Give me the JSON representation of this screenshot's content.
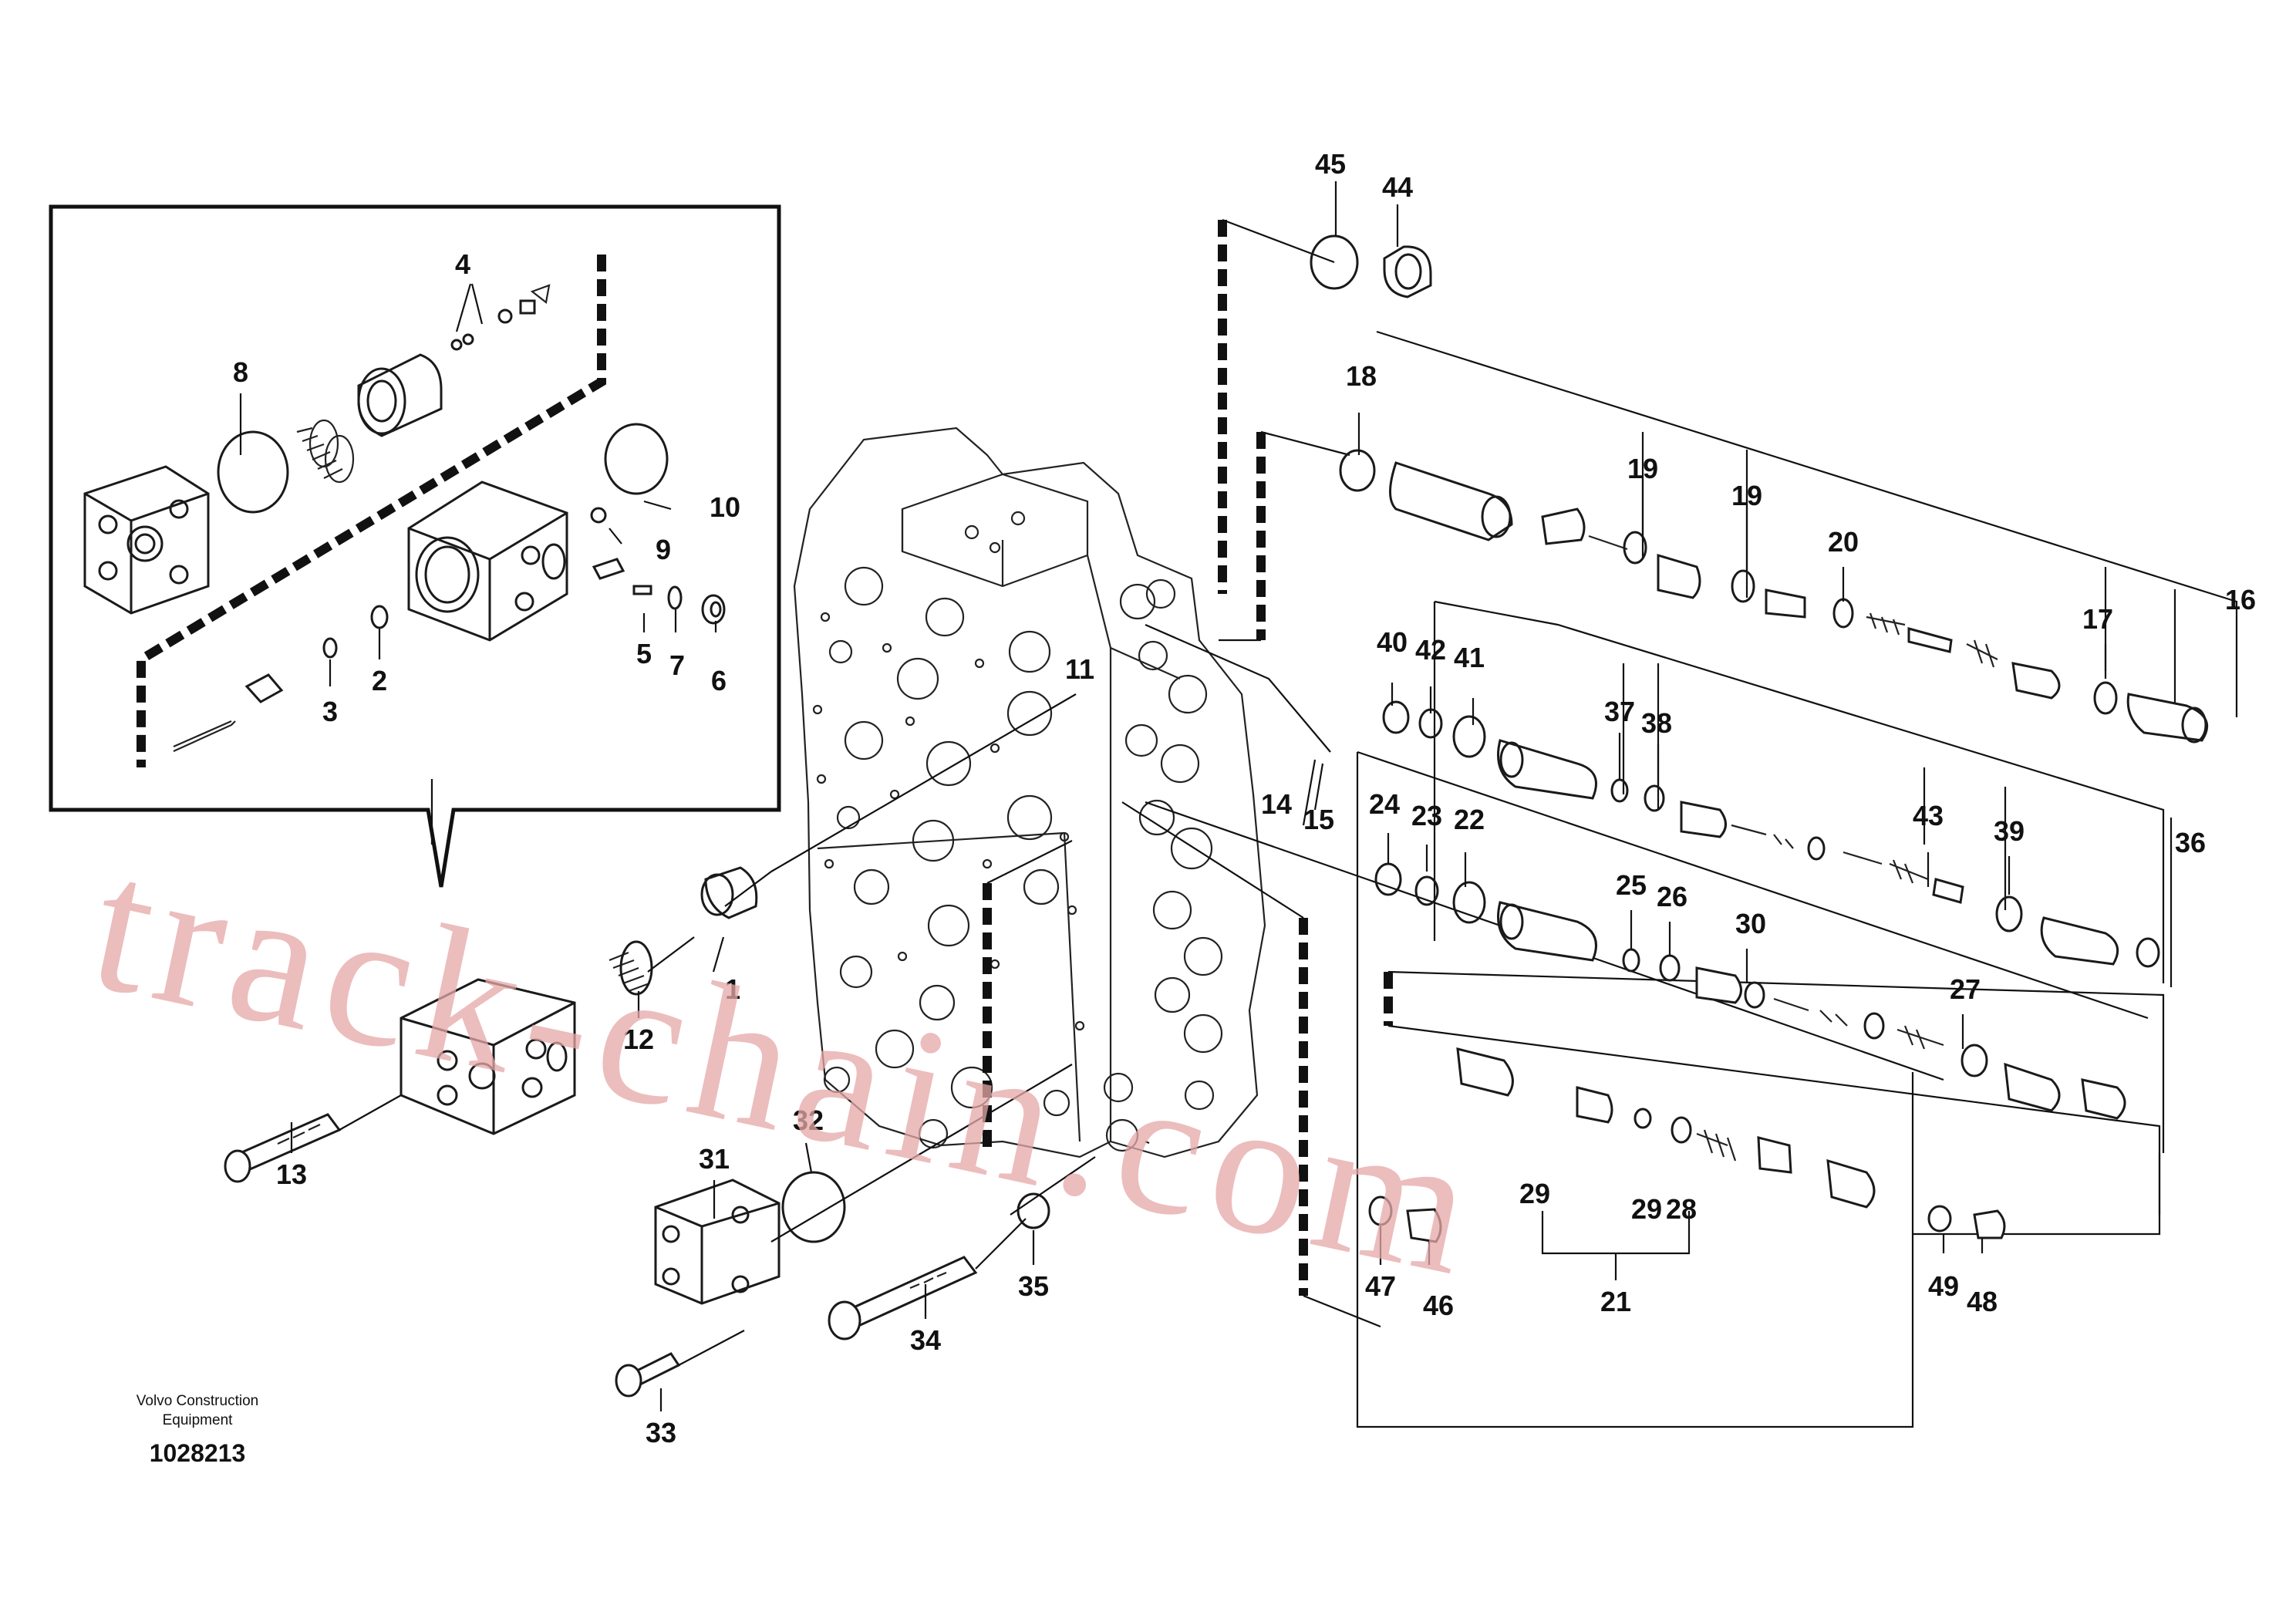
{
  "diagram": {
    "callouts": [
      "1",
      "2",
      "3",
      "4",
      "5",
      "6",
      "7",
      "8",
      "9",
      "10",
      "11",
      "12",
      "13",
      "14",
      "15",
      "16",
      "17",
      "18",
      "19",
      "19",
      "20",
      "21",
      "22",
      "23",
      "24",
      "25",
      "26",
      "27",
      "28",
      "29",
      "29",
      "30",
      "31",
      "32",
      "33",
      "34",
      "35",
      "36",
      "37",
      "38",
      "39",
      "40",
      "41",
      "42",
      "43",
      "44",
      "45",
      "46",
      "47",
      "48",
      "49"
    ],
    "manufacturer_line1": "Volvo Construction",
    "manufacturer_line2": "Equipment",
    "drawing_number": "1028213",
    "watermark": "track-chain.com"
  }
}
